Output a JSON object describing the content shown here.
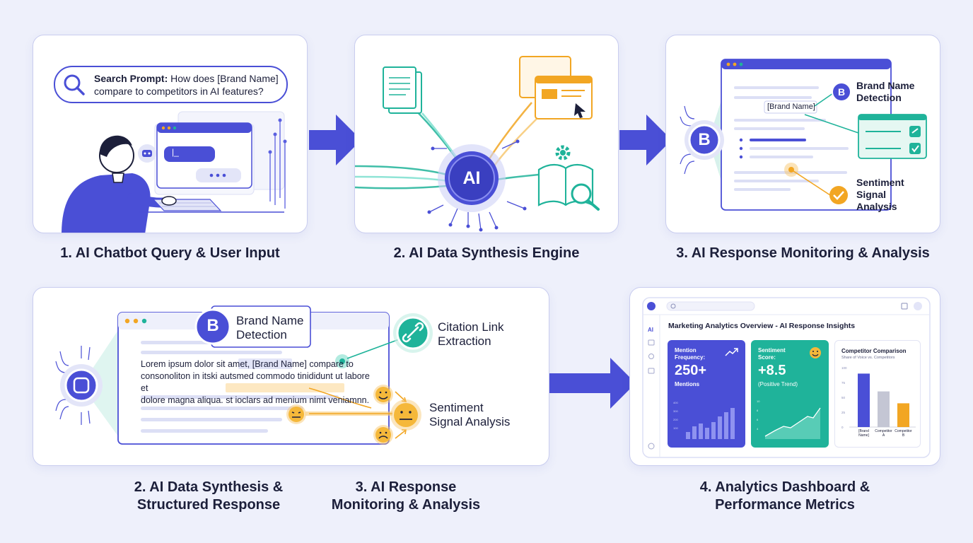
{
  "colors": {
    "accent": "#4a4fd6",
    "teal": "#1fb39a",
    "orange": "#f2a623",
    "background": "#eef0fb"
  },
  "panel1": {
    "caption": "1. AI Chatbot Query & User Input",
    "search_label": "Search Prompt:",
    "search_text_line1": "How does [Brand Name]",
    "search_text_line2": "compare to competitors in AI features?",
    "chat_bubble_text": "|_"
  },
  "panel2": {
    "caption": "2. AI Data Synthesis Engine",
    "core_label": "AI"
  },
  "panel3": {
    "caption": "3. AI Response Monitoring & Analysis",
    "brand_tag": "[Brand Name]",
    "brand_detection_line1": "Brand Name",
    "brand_detection_line2": "Detection",
    "sentiment_line1": "Sentiment",
    "sentiment_line2": "Signal",
    "sentiment_line3": "Analysis",
    "logo_letter": "B"
  },
  "panel4": {
    "caption_a_line1": "2. AI Data Synthesis &",
    "caption_a_line2": "Structured Response",
    "caption_b_line1": "3. AI Response",
    "caption_b_line2": "Monitoring & Analysis",
    "brand_detection_line1": "Brand Name",
    "brand_detection_line2": "Detection",
    "citation_line1": "Citation Link",
    "citation_line2": "Extraction",
    "sentiment_line1": "Sentiment",
    "sentiment_line2": "Signal Analysis",
    "body_line1_pre": "Lorem ipsum dolor sit amet,",
    "body_brand": "[Brand Name]",
    "body_line1_post": "compare to",
    "body_line2": "consonoliton in itski autsmed commodo tinididunt ut labore et",
    "body_line3_pre": "dolore magna aliqua. st",
    "body_line3_hl": "ioclars ad menium nimt veniam",
    "body_line3_post": "nn.",
    "logo_letter": "B"
  },
  "panel5": {
    "caption_line1": "4. Analytics Dashboard &",
    "caption_line2": "Performance Metrics",
    "dashboard_title": "Marketing Analytics Overview - AI Response Insights",
    "sidebar_ai": "AI",
    "card1": {
      "label_line1": "Mention",
      "label_line2": "Frequency:",
      "value": "250+",
      "sub": "Mentions",
      "yticks": [
        "400",
        "300",
        "200",
        "100"
      ]
    },
    "card2": {
      "label_line1": "Sentiment",
      "label_line2": "Score:",
      "value": "+8.5",
      "sub": "(Positive Trend)",
      "yticks": [
        "10",
        "8",
        "6",
        "4"
      ]
    },
    "card3": {
      "title": "Competitor Comparison",
      "subtitle": "Share of Voice vs. Competitors",
      "yticks": [
        "100",
        "75",
        "50",
        "25",
        "0"
      ],
      "bars": [
        {
          "label_line1": "[Brand",
          "label_line2": "Name]",
          "value": 90,
          "color": "#4a4fd6"
        },
        {
          "label_line1": "Competitor",
          "label_line2": "A",
          "value": 60,
          "color": "#c4c6d4"
        },
        {
          "label_line1": "Competitor",
          "label_line2": "B",
          "value": 40,
          "color": "#f2a623"
        }
      ]
    }
  }
}
